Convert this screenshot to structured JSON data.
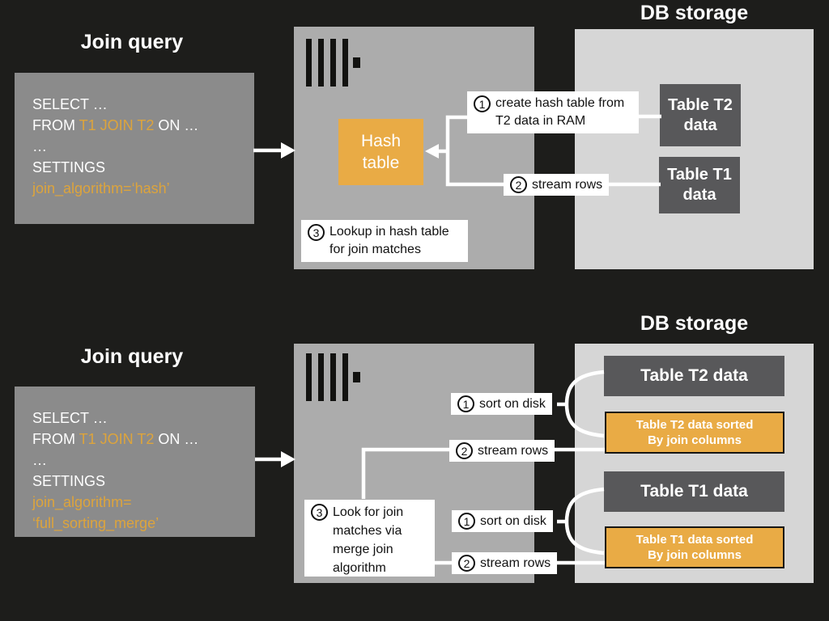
{
  "colors": {
    "background": "#1D1D1B",
    "query_box_gray": "#8B8B8B",
    "server_box_gray": "#ACACAC",
    "db_box_gray": "#D6D6D6",
    "table_box_dark": "#58585A",
    "accent_orange_box": "#E9AB45",
    "accent_orange_text": "#DDA43C",
    "label_bg": "#FFFFFF",
    "text_light": "#FFFFFF",
    "text_dark": "#111111"
  },
  "top": {
    "join_query_title": "Join query",
    "db_storage_title": "DB storage",
    "query": {
      "l1": "SELECT …",
      "l2a": "FROM ",
      "l2b": "T1 JOIN T2",
      "l2c": " ON …",
      "l3": "…",
      "l4": "SETTINGS",
      "l5": "join_algorithm=‘hash’"
    },
    "hash_table": {
      "l1": "Hash",
      "l2": "table"
    },
    "step1": {
      "num": "1",
      "text": "create hash table from T2 data in RAM"
    },
    "step2": {
      "num": "2",
      "text": "stream rows"
    },
    "step3": {
      "num": "3",
      "text": "Lookup in hash table for join matches"
    },
    "table_t2": {
      "l1": "Table T2",
      "l2": "data"
    },
    "table_t1": {
      "l1": "Table T1",
      "l2": "data"
    }
  },
  "bottom": {
    "join_query_title": "Join query",
    "db_storage_title": "DB storage",
    "query": {
      "l1": "SELECT …",
      "l2a": "FROM ",
      "l2b": "T1 JOIN T2",
      "l2c": " ON …",
      "l3": "…",
      "l4": "SETTINGS",
      "l5": "join_algorithm=",
      "l6": "‘full_sorting_merge’"
    },
    "step3": {
      "num": "3",
      "text": "Look for join matches via merge join algorithm"
    },
    "sort_t2": {
      "num": "1",
      "text": "sort on disk"
    },
    "stream_t2": {
      "num": "2",
      "text": "stream rows"
    },
    "sort_t1": {
      "num": "1",
      "text": "sort on disk"
    },
    "stream_t1": {
      "num": "2",
      "text": "stream rows"
    },
    "table_t2": "Table T2 data",
    "table_t2_sorted": {
      "l1": "Table T2 data sorted",
      "l2": "By join columns"
    },
    "table_t1": "Table T1 data",
    "table_t1_sorted": {
      "l1": "Table T1 data sorted",
      "l2": "By join columns"
    }
  }
}
